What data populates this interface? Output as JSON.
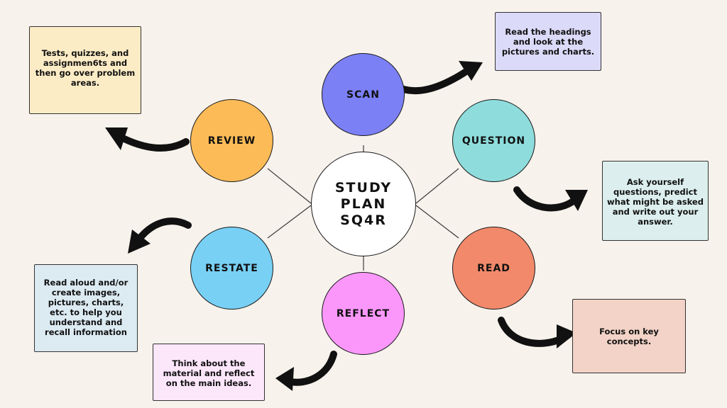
{
  "center": {
    "title": "STUDY\nPLAN\nSQ4R",
    "color": "#ffffff"
  },
  "nodes": {
    "scan": {
      "label": "SCAN",
      "color": "#7b80f5"
    },
    "question": {
      "label": "QUESTION",
      "color": "#8edcdc"
    },
    "read": {
      "label": "READ",
      "color": "#f2896b"
    },
    "reflect": {
      "label": "REFLECT",
      "color": "#fb97fb"
    },
    "restate": {
      "label": "RESTATE",
      "color": "#78d0f5"
    },
    "review": {
      "label": "REVIEW",
      "color": "#fdbb57"
    }
  },
  "notes": {
    "scan": {
      "text": "Read the headings and look at the pictures and charts.",
      "color": "#dcdaf9"
    },
    "question": {
      "text": "Ask yourself questions, predict what might be asked and write out your answer.",
      "color": "#dcefee"
    },
    "read": {
      "text": "Focus on key concepts.",
      "color": "#f3d3c7"
    },
    "reflect": {
      "text": "Think about the material and reflect on the main ideas.",
      "color": "#fce6fa"
    },
    "restate": {
      "text": "Read aloud and/or create images, pictures, charts, etc. to help you understand and recall information",
      "color": "#dceaf2"
    },
    "review": {
      "text": "Tests, quizzes, and assignmen6ts and then go over problem areas.",
      "color": "#fcecc5"
    }
  },
  "colors": {
    "background": "#f7f2ec",
    "lines": "#3a3a3a",
    "arrows": "#111111"
  }
}
